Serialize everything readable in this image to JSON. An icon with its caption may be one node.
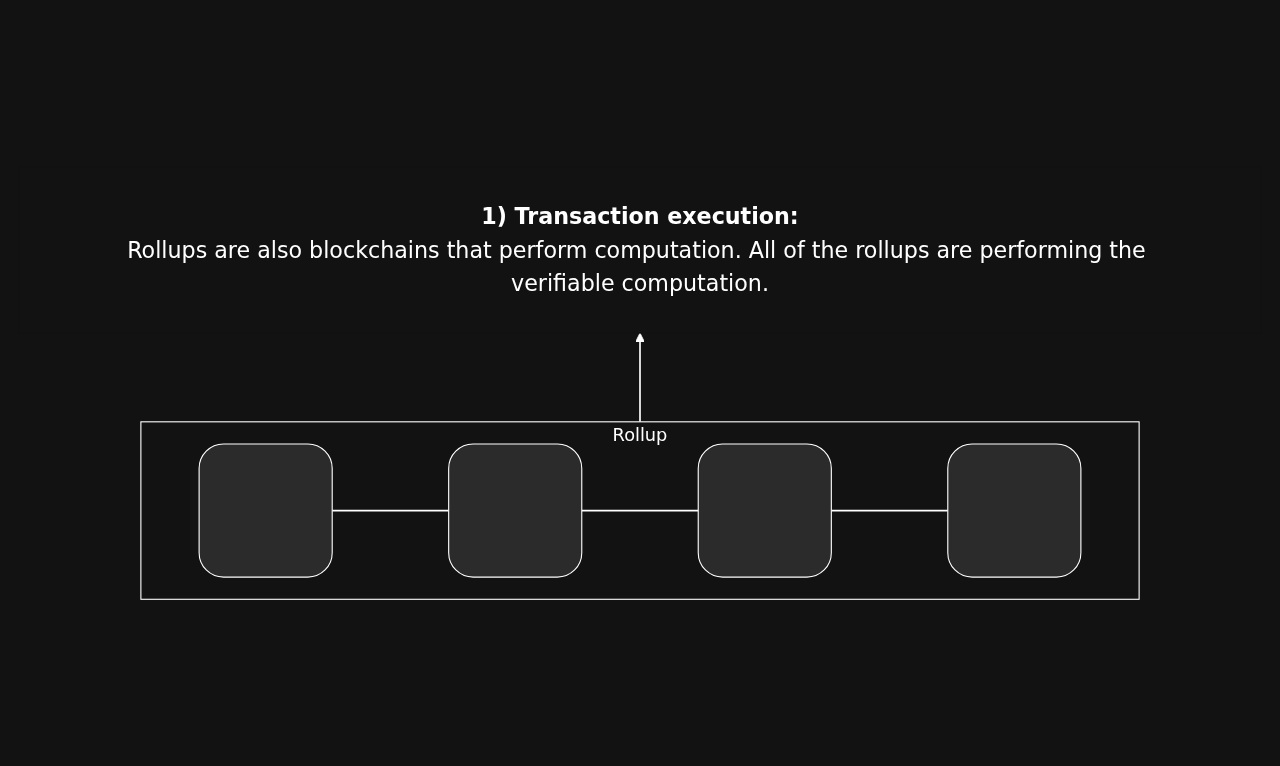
{
  "diagram": {
    "nodes": [
      {
        "text": [
          "1) Transaction execution:",
          "Rollups are also blockchains that perform computation. All of the rollups are performing the verifiable computation."
        ]
      },
      {
        "text": [
          "Rollup"
        ]
      },
      {
        "text": [],
        "shape": "box",
        "in": 1
      },
      {
        "text": [],
        "shape": "box",
        "in": 1
      },
      {
        "text": [],
        "shape": "box",
        "in": 1
      },
      {
        "text": [],
        "shape": "box",
        "in": 1
      }
    ],
    "edges": [
      {
        "from": 2,
        "to": 3,
        "arrow": "none"
      },
      {
        "from": 3,
        "to": 4,
        "arrow": "none"
      },
      {
        "from": 4,
        "to": 5,
        "arrow": "none"
      },
      {
        "from": 1,
        "to": 0,
        "arrow": "to"
      }
    ]
  }
}
